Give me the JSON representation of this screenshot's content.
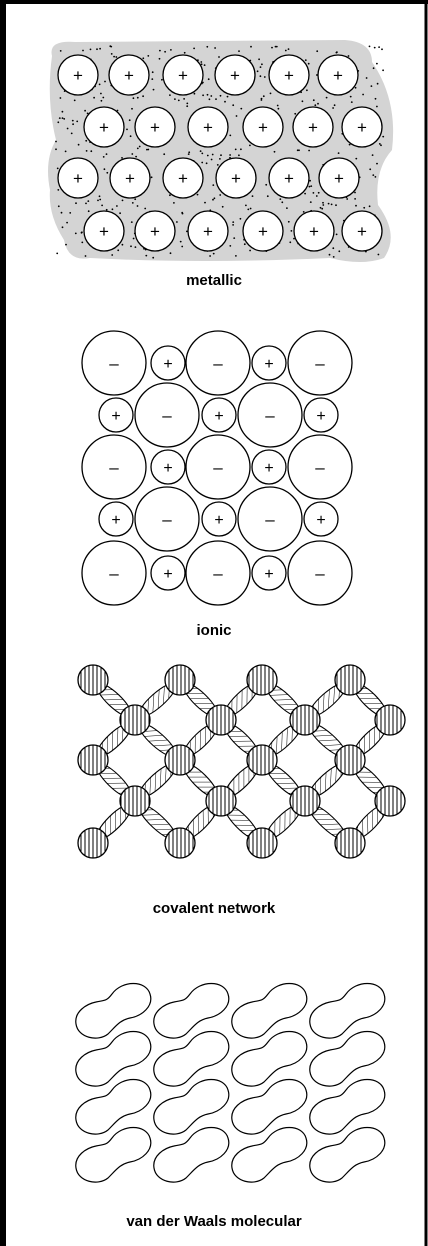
{
  "panels": {
    "metallic": {
      "caption": "metallic"
    },
    "ionic": {
      "caption": "ionic"
    },
    "covalent": {
      "caption": "covalent network"
    },
    "vdw": {
      "caption": "van der Waals molecular"
    }
  },
  "symbols": {
    "plus": "+",
    "minus": "–"
  },
  "colors": {
    "line": "#000000",
    "electron_sea": "#d4d4d4",
    "background": "#ffffff"
  }
}
